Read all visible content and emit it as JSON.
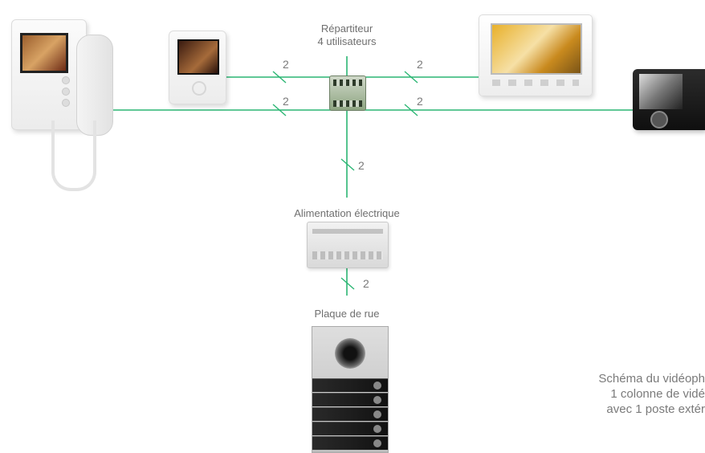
{
  "labels": {
    "distributor_line1": "Répartiteur",
    "distributor_line2": "4 utilisateurs",
    "power_supply": "Alimentation électrique",
    "door_panel": "Plaque de rue"
  },
  "wire_counts": {
    "left_upper": "2",
    "right_upper": "2",
    "left_lower": "2",
    "right_lower": "2",
    "to_power": "2",
    "to_panel": "2"
  },
  "caption": {
    "line1": "Schéma du vidéoph",
    "line2": "1 colonne de vidé",
    "line3": "avec 1 poste extér"
  },
  "colors": {
    "wire": "#2bb673",
    "text": "#6f6f6f"
  },
  "icons": {
    "handset_monitor": "video-intercom-handset-icon",
    "small_monitor": "video-monitor-small-icon",
    "distributor": "distributor-module-icon",
    "wide_monitor": "video-monitor-wide-icon",
    "black_monitor": "video-monitor-black-icon",
    "power_supply": "din-power-supply-icon",
    "door_panel": "door-entry-panel-icon"
  }
}
